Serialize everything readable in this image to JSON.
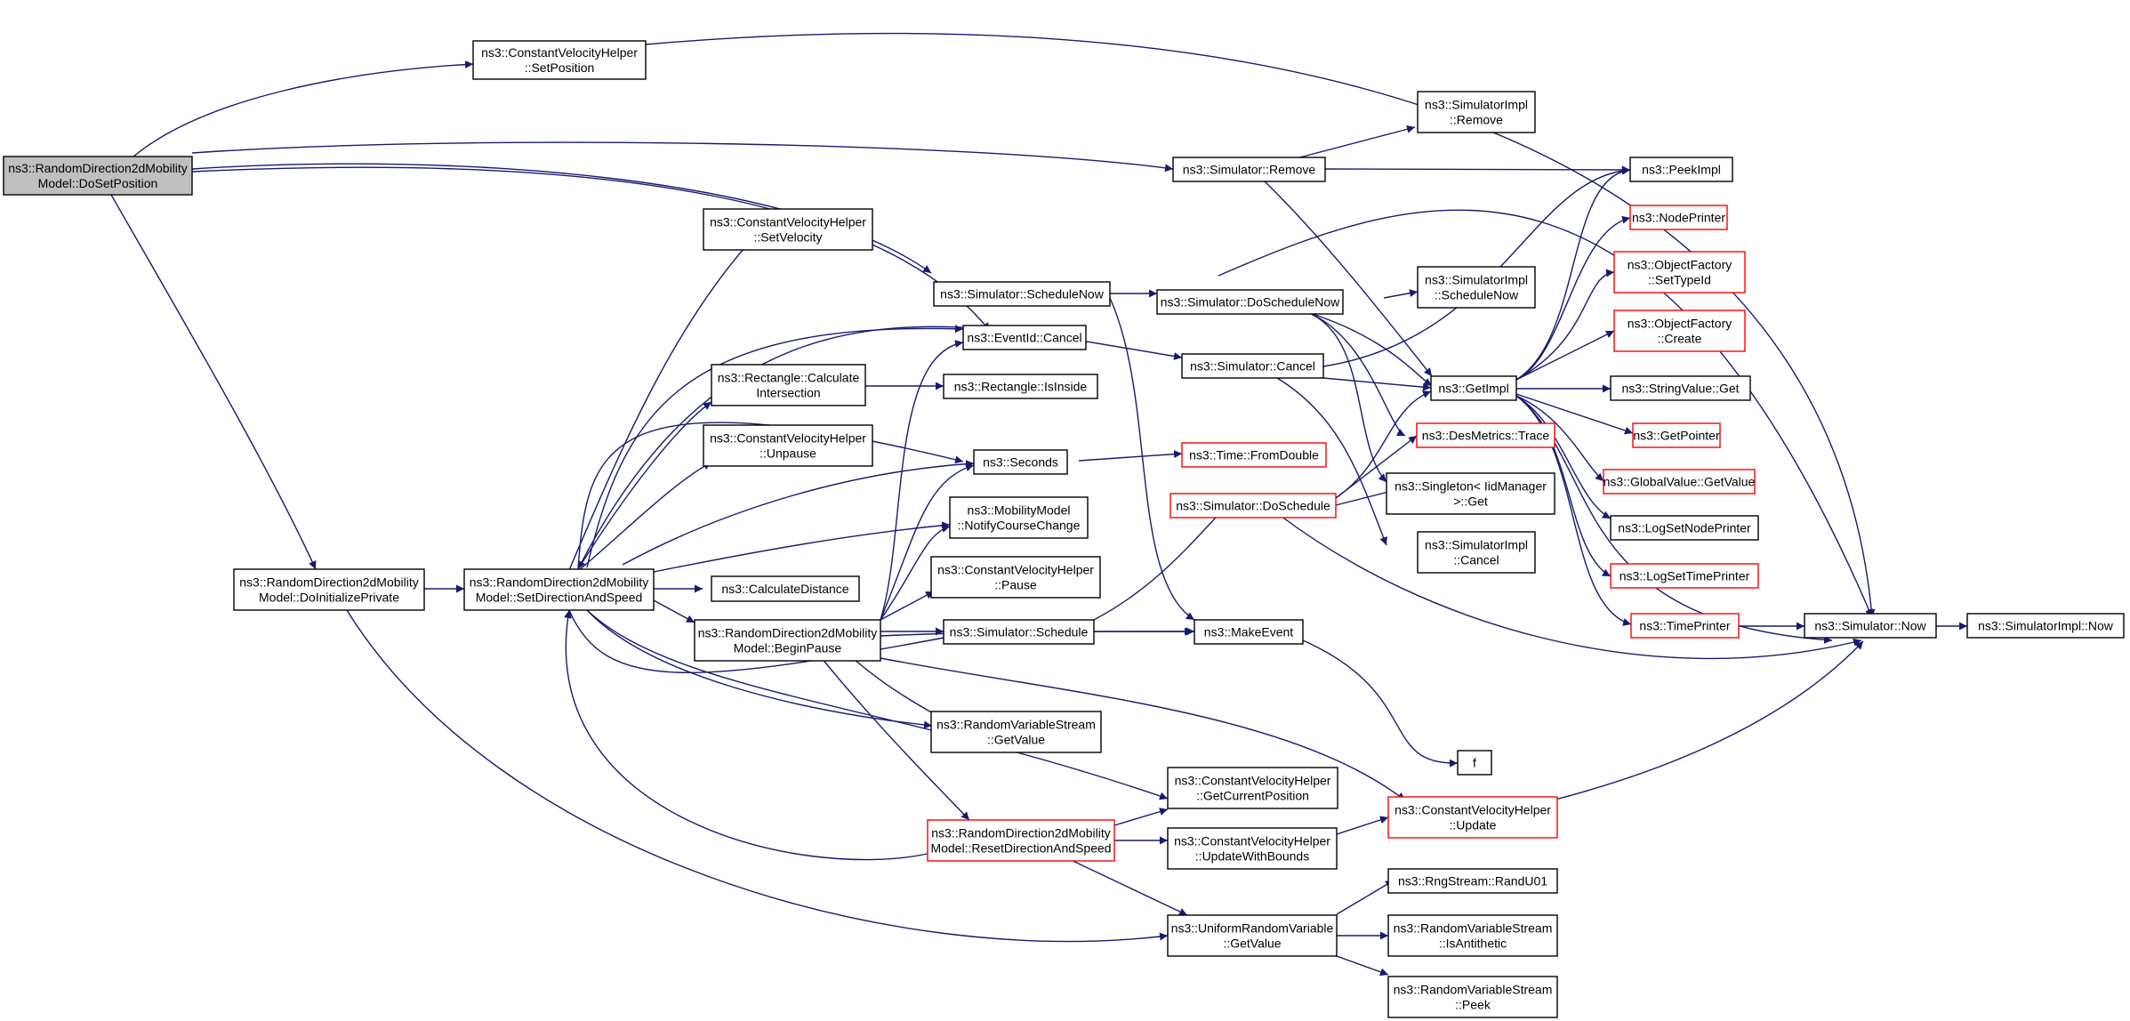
{
  "colors": {
    "edge": "#191970",
    "node_border": "#000000",
    "node_border_incomplete": "#ff0000",
    "root_fill": "#bfbfbf"
  },
  "nodes": [
    {
      "id": "dosetpos",
      "lines": [
        "ns3::RandomDirection2dMobility",
        "Model::DoSetPosition"
      ],
      "style": "root"
    },
    {
      "id": "cvh_setpos",
      "lines": [
        "ns3::ConstantVelocityHelper",
        "::SetPosition"
      ],
      "style": "normal"
    },
    {
      "id": "doinit",
      "lines": [
        "ns3::RandomDirection2dMobility",
        "Model::DoInitializePrivate"
      ],
      "style": "normal"
    },
    {
      "id": "setdir",
      "lines": [
        "ns3::RandomDirection2dMobility",
        "Model::SetDirectionAndSpeed"
      ],
      "style": "normal"
    },
    {
      "id": "cvh_setvel",
      "lines": [
        "ns3::ConstantVelocityHelper",
        "::SetVelocity"
      ],
      "style": "normal"
    },
    {
      "id": "rect_calc",
      "lines": [
        "ns3::Rectangle::Calculate",
        "Intersection"
      ],
      "style": "normal"
    },
    {
      "id": "cvh_unpause",
      "lines": [
        "ns3::ConstantVelocityHelper",
        "::Unpause"
      ],
      "style": "normal"
    },
    {
      "id": "calcdist",
      "lines": [
        "ns3::CalculateDistance"
      ],
      "style": "normal"
    },
    {
      "id": "beginpause",
      "lines": [
        "ns3::RandomDirection2dMobility",
        "Model::BeginPause"
      ],
      "style": "normal"
    },
    {
      "id": "resetdir",
      "lines": [
        "ns3::RandomDirection2dMobility",
        "Model::ResetDirectionAndSpeed"
      ],
      "style": "red"
    },
    {
      "id": "sim_schednow",
      "lines": [
        "ns3::Simulator::ScheduleNow"
      ],
      "style": "normal"
    },
    {
      "id": "eventcancel",
      "lines": [
        "ns3::EventId::Cancel"
      ],
      "style": "normal"
    },
    {
      "id": "rect_inside",
      "lines": [
        "ns3::Rectangle::IsInside"
      ],
      "style": "normal"
    },
    {
      "id": "seconds",
      "lines": [
        "ns3::Seconds"
      ],
      "style": "normal"
    },
    {
      "id": "mm_notify",
      "lines": [
        "ns3::MobilityModel",
        "::NotifyCourseChange"
      ],
      "style": "normal"
    },
    {
      "id": "cvh_pause",
      "lines": [
        "ns3::ConstantVelocityHelper",
        "::Pause"
      ],
      "style": "normal"
    },
    {
      "id": "sim_schedule",
      "lines": [
        "ns3::Simulator::Schedule"
      ],
      "style": "normal"
    },
    {
      "id": "rvs_getvalue",
      "lines": [
        "ns3::RandomVariableStream",
        "::GetValue"
      ],
      "style": "normal"
    },
    {
      "id": "sim_remove",
      "lines": [
        "ns3::Simulator::Remove"
      ],
      "style": "normal"
    },
    {
      "id": "sim_doschednow",
      "lines": [
        "ns3::Simulator::DoScheduleNow"
      ],
      "style": "normal"
    },
    {
      "id": "sim_cancel",
      "lines": [
        "ns3::Simulator::Cancel"
      ],
      "style": "normal"
    },
    {
      "id": "time_fromdouble",
      "lines": [
        "ns3::Time::FromDouble"
      ],
      "style": "red"
    },
    {
      "id": "sim_dosched",
      "lines": [
        "ns3::Simulator::DoSchedule"
      ],
      "style": "red"
    },
    {
      "id": "makeevent",
      "lines": [
        "ns3::MakeEvent"
      ],
      "style": "normal"
    },
    {
      "id": "cvh_getpos",
      "lines": [
        "ns3::ConstantVelocityHelper",
        "::GetCurrentPosition"
      ],
      "style": "normal"
    },
    {
      "id": "cvh_updbounds",
      "lines": [
        "ns3::ConstantVelocityHelper",
        "::UpdateWithBounds"
      ],
      "style": "normal"
    },
    {
      "id": "urv_getvalue",
      "lines": [
        "ns3::UniformRandomVariable",
        "::GetValue"
      ],
      "style": "normal"
    },
    {
      "id": "simimpl_remove",
      "lines": [
        "ns3::SimulatorImpl",
        "::Remove"
      ],
      "style": "normal"
    },
    {
      "id": "simimpl_schednow",
      "lines": [
        "ns3::SimulatorImpl",
        "::ScheduleNow"
      ],
      "style": "normal"
    },
    {
      "id": "getimpl",
      "lines": [
        "ns3::GetImpl"
      ],
      "style": "normal"
    },
    {
      "id": "desmetrics",
      "lines": [
        "ns3::DesMetrics::Trace"
      ],
      "style": "red"
    },
    {
      "id": "singleton",
      "lines": [
        "ns3::Singleton< IidManager",
        ">::Get"
      ],
      "style": "normal"
    },
    {
      "id": "simimpl_cancel",
      "lines": [
        "ns3::SimulatorImpl",
        "::Cancel"
      ],
      "style": "normal"
    },
    {
      "id": "f",
      "lines": [
        "f"
      ],
      "style": "normal"
    },
    {
      "id": "cvh_update",
      "lines": [
        "ns3::ConstantVelocityHelper",
        "::Update"
      ],
      "style": "red"
    },
    {
      "id": "rng_randu01",
      "lines": [
        "ns3::RngStream::RandU01"
      ],
      "style": "normal"
    },
    {
      "id": "rvs_isanti",
      "lines": [
        "ns3::RandomVariableStream",
        "::IsAntithetic"
      ],
      "style": "normal"
    },
    {
      "id": "rvs_peek",
      "lines": [
        "ns3::RandomVariableStream",
        "::Peek"
      ],
      "style": "normal"
    },
    {
      "id": "peekimpl",
      "lines": [
        "ns3::PeekImpl"
      ],
      "style": "normal"
    },
    {
      "id": "nodeprinter",
      "lines": [
        "ns3::NodePrinter"
      ],
      "style": "red"
    },
    {
      "id": "of_settypeid",
      "lines": [
        "ns3::ObjectFactory",
        "::SetTypeId"
      ],
      "style": "red"
    },
    {
      "id": "of_create",
      "lines": [
        "ns3::ObjectFactory",
        "::Create"
      ],
      "style": "red"
    },
    {
      "id": "stringvalue_get",
      "lines": [
        "ns3::StringValue::Get"
      ],
      "style": "normal"
    },
    {
      "id": "getpointer",
      "lines": [
        "ns3::GetPointer"
      ],
      "style": "red"
    },
    {
      "id": "globalvalue_getvalue",
      "lines": [
        "ns3::GlobalValue::GetValue"
      ],
      "style": "red"
    },
    {
      "id": "logsetnodeprinter",
      "lines": [
        "ns3::LogSetNodePrinter"
      ],
      "style": "normal"
    },
    {
      "id": "logsettimeprinter",
      "lines": [
        "ns3::LogSetTimePrinter"
      ],
      "style": "red"
    },
    {
      "id": "timeprinter",
      "lines": [
        "ns3::TimePrinter"
      ],
      "style": "red"
    },
    {
      "id": "sim_now",
      "lines": [
        "ns3::Simulator::Now"
      ],
      "style": "normal"
    },
    {
      "id": "simimpl_now",
      "lines": [
        "ns3::SimulatorImpl::Now"
      ],
      "style": "normal"
    }
  ]
}
